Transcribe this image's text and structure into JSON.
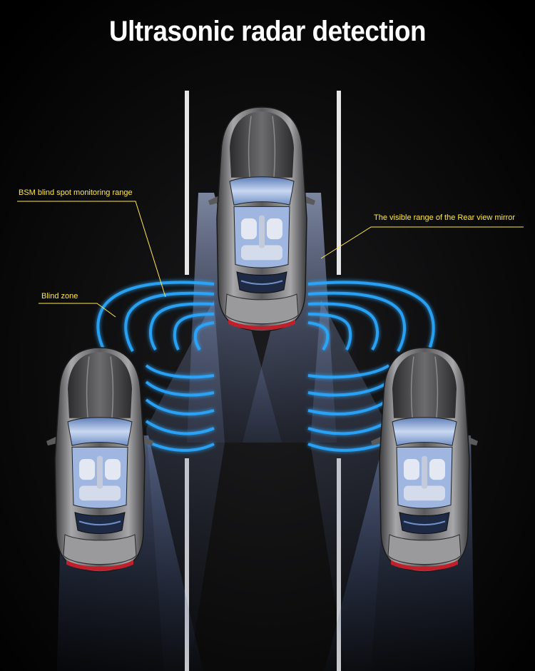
{
  "title": "Ultrasonic radar detection",
  "annotations": {
    "bsm": "BSM blind spot monitoring range",
    "blind_zone": "Blind zone",
    "rear_view": "The visible range of the Rear view mirror"
  },
  "colors": {
    "background": "#000000",
    "title": "#ffffff",
    "annotation": "#ffe94a",
    "radar_wave": "#2aa8ff",
    "lane_line": "#e6e6e6",
    "mirror_beam": "#8fa6d8",
    "car_body": "#8c8c8c",
    "tail_light": "#c0202c"
  },
  "icons": [
    "car-top-view-icon",
    "radar-wave-icon",
    "lane-line-icon",
    "mirror-beam-icon"
  ]
}
